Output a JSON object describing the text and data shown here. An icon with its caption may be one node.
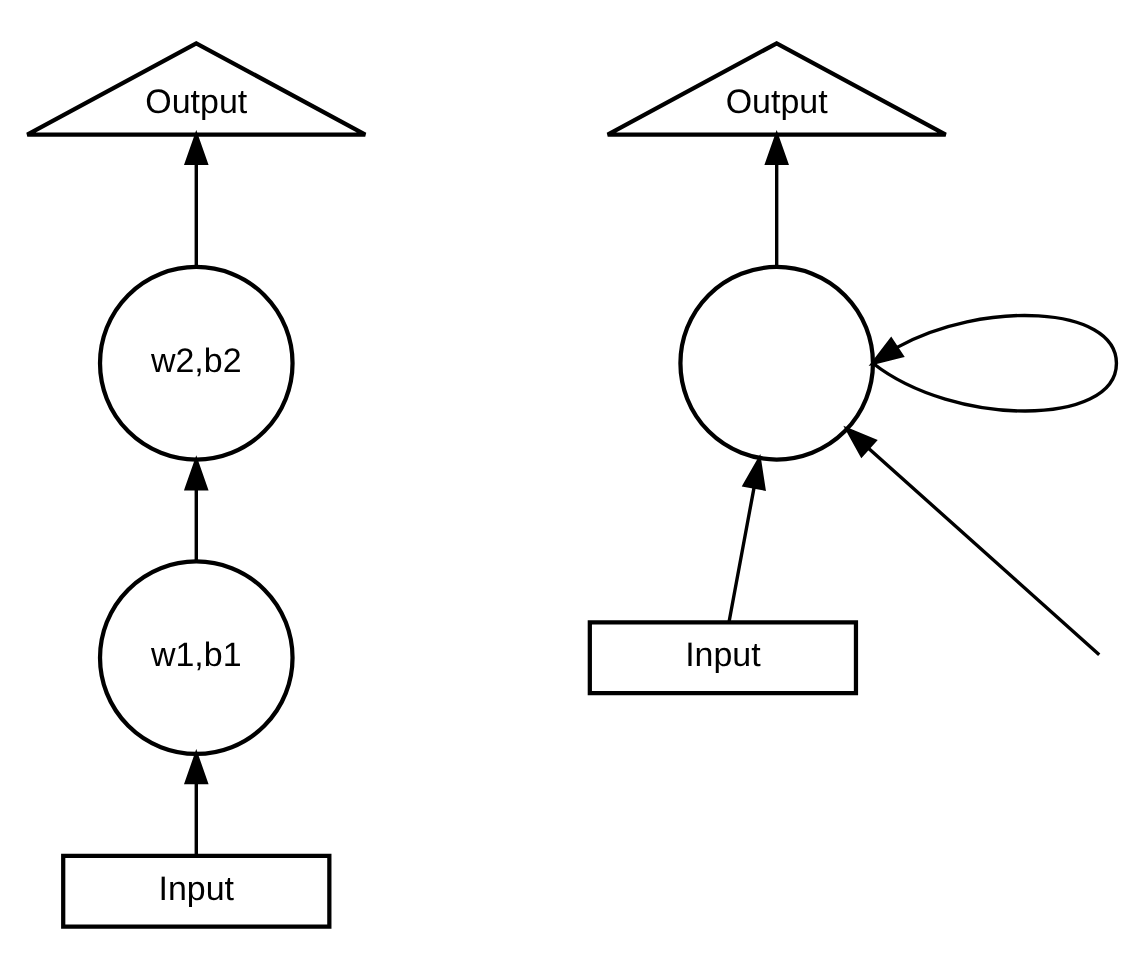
{
  "diagram": {
    "nodes": [
      {
        "text": [
          "Output"
        ]
      },
      {
        "text": [
          "w2,b2"
        ]
      },
      {
        "text": [
          "w1,b1"
        ]
      },
      {
        "text": [
          "Input"
        ]
      },
      {
        "text": [
          "Output"
        ]
      },
      {
        "text": [],
        "shape": "circle"
      },
      {
        "text": [
          "Input"
        ]
      }
    ],
    "edges": [
      {
        "from": 3,
        "to": 2,
        "arrow": "to"
      },
      {
        "from": 2,
        "to": 1,
        "arrow": "to"
      },
      {
        "from": 1,
        "to": 0,
        "arrow": "to"
      },
      {
        "from": null,
        "to": 5,
        "arrow": "to"
      },
      {
        "from": 6,
        "to": 5,
        "arrow": "to"
      },
      {
        "from": 5,
        "to": 4,
        "arrow": "to"
      },
      {
        "from": 5,
        "to": 5,
        "arrow": "to"
      }
    ]
  }
}
